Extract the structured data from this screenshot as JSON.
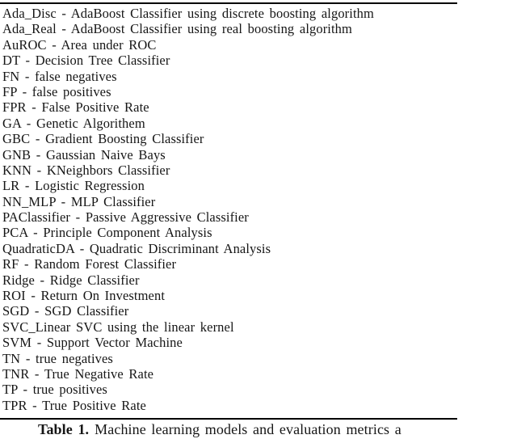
{
  "table": {
    "entries": [
      "Ada_Disc - AdaBoost Classifier using discrete boosting algorithm",
      "Ada_Real - AdaBoost Classifier using real boosting algorithm",
      "AuROC - Area under ROC",
      "DT - Decision Tree Classifier",
      "FN - false negatives",
      "FP - false positives",
      "FPR - False Positive Rate",
      "GA - Genetic Algorithem",
      "GBC - Gradient Boosting Classifier",
      "GNB - Gaussian Naive Bays",
      "KNN - KNeighbors Classifier",
      "LR - Logistic Regression",
      "NN_MLP - MLP Classifier",
      "PAClassifier - Passive Aggressive Classifier",
      "PCA - Principle Component Analysis",
      "QuadraticDA - Quadratic Discriminant Analysis",
      "RF - Random Forest Classifier",
      "Ridge - Ridge Classifier",
      "ROI - Return On Investment",
      "SGD - SGD Classifier",
      "SVC_Linear SVC using the linear kernel",
      "SVM - Support Vector Machine",
      "TN - true negatives",
      "TNR - True Negative Rate",
      "TP - true positives",
      "TPR - True Positive Rate"
    ]
  },
  "caption": {
    "label": "Table 1.",
    "text": "Machine learning models and evaluation metrics a"
  },
  "colors": {
    "text": "#161616",
    "background": "#ffffff",
    "rule": "#000000"
  }
}
